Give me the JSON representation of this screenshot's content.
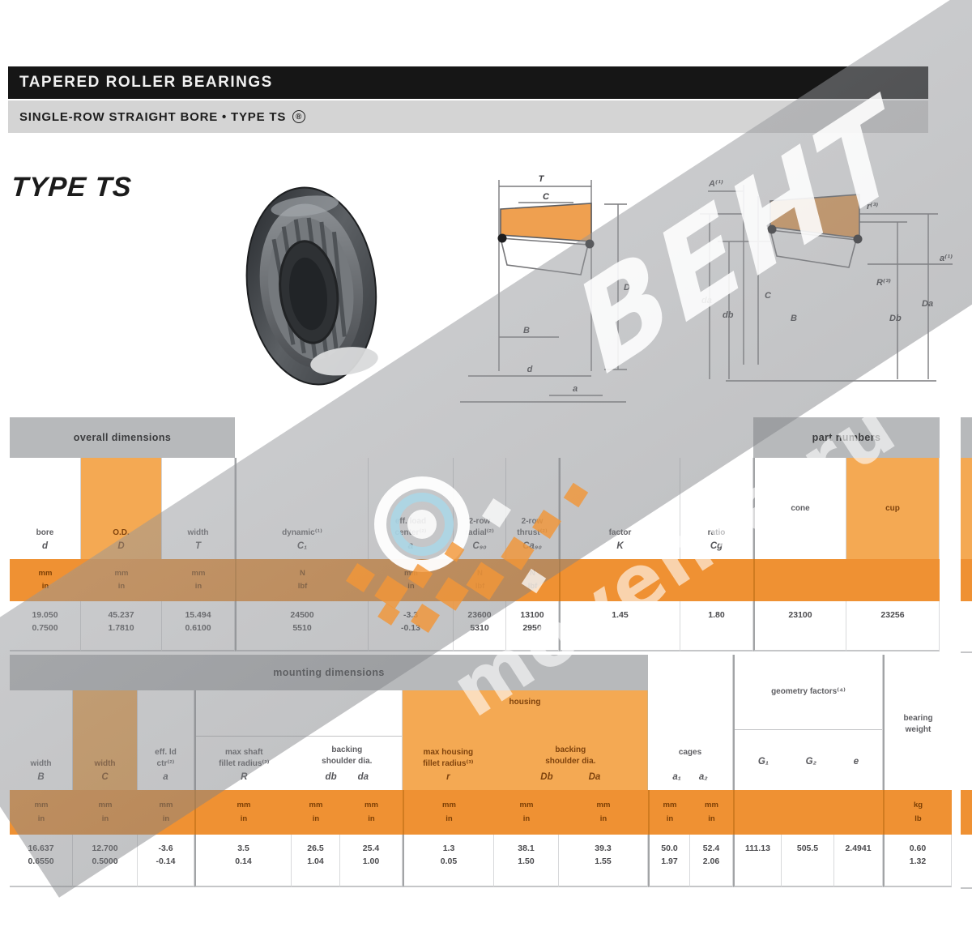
{
  "page": {
    "title_bar": "TAPERED ROLLER BEARINGS",
    "subtitle_bar": "SINGLE-ROW STRAIGHT BORE  •  TYPE TS",
    "subtitle_mark": "®",
    "type_heading": "TYPE TS"
  },
  "watermark": {
    "brand": "ВЕНТ",
    "site": "movente.ru"
  },
  "diag_left": {
    "T": "T",
    "C": "C",
    "D": "D",
    "B": "B",
    "d": "d",
    "a": "a"
  },
  "diag_right": {
    "A1": "A⁽¹⁾",
    "da": "da",
    "db": "db",
    "C": "C",
    "B": "B",
    "Db": "Db",
    "Da": "Da",
    "r": "r⁽³⁾",
    "R": "R⁽³⁾",
    "a1": "a⁽¹⁾"
  },
  "t1": {
    "g_dims": "overall dimensions",
    "g_parts": "part numbers",
    "cols": [
      {
        "lines": [
          "bore"
        ],
        "sym": "d"
      },
      {
        "lines": [
          "O.D."
        ],
        "sym": "D"
      },
      {
        "lines": [
          "width"
        ],
        "sym": "T"
      },
      {
        "lines": [
          "dynamic⁽¹⁾"
        ],
        "sym": "C₁"
      },
      {
        "lines": [
          "eff. load",
          "center⁽²⁾"
        ],
        "sym": "a"
      },
      {
        "lines": [
          "2-row",
          "radial⁽²⁾"
        ],
        "sym": "C₉₀"
      },
      {
        "lines": [
          "2-row",
          "thrust⁽²⁾"
        ],
        "sym": "Ca₉₀"
      },
      {
        "lines": [
          "factor"
        ],
        "sym": "K"
      },
      {
        "lines": [
          "ratio"
        ],
        "sym": "Cg"
      },
      {
        "lines": [
          "cone"
        ],
        "sym": ""
      },
      {
        "lines": [
          "cup"
        ],
        "sym": ""
      }
    ],
    "u_mm": [
      "mm",
      "in"
    ],
    "u_n": [
      "N",
      "lbf"
    ],
    "data": [
      [
        "19.050",
        "0.7500"
      ],
      [
        "45.237",
        "1.7810"
      ],
      [
        "15.494",
        "0.6100"
      ],
      [
        "24500",
        "5510"
      ],
      [
        "-3.3",
        "-0.13"
      ],
      [
        "23600",
        "5310"
      ],
      [
        "13100",
        "2950"
      ],
      "1.45",
      "1.80",
      "23100",
      "23256"
    ]
  },
  "t2": {
    "band": "mounting dimensions",
    "c_B": {
      "lines": [
        "width"
      ],
      "sym": "B"
    },
    "c_C": {
      "lines": [
        "width"
      ],
      "sym": "C"
    },
    "c_a": {
      "lines": [
        "eff. ld",
        "ctr⁽²⁾"
      ],
      "sym": "a"
    },
    "shaft": {
      "fillet": [
        "max shaft",
        "fillet radius⁽³⁾"
      ],
      "fillet_sym": "R",
      "backing": [
        "backing",
        "shoulder dia."
      ],
      "db": "db",
      "da": "da"
    },
    "housing": {
      "label": "housing",
      "fillet": [
        "max housing",
        "fillet radius⁽³⁾"
      ],
      "fillet_sym": "r",
      "backing": [
        "backing",
        "shoulder dia."
      ],
      "Db": "Db",
      "Da": "Da"
    },
    "cages": {
      "label": "cages",
      "s1": "a₁",
      "s2": "a₂"
    },
    "geom": {
      "label": "geometry factors⁽⁴⁾",
      "s1": "G₁",
      "s2": "G₂",
      "s3": "e"
    },
    "weight": {
      "lines": [
        "bearing",
        "weight"
      ]
    },
    "units": {
      "mm_in": [
        "mm",
        "in"
      ],
      "kg_lb": [
        "kg",
        "lb"
      ]
    },
    "data": [
      [
        "16.637",
        "0.6550"
      ],
      [
        "12.700",
        "0.5000"
      ],
      [
        "-3.6",
        "-0.14"
      ],
      [
        "3.5",
        "0.14"
      ],
      [
        "26.5",
        "1.04"
      ],
      [
        "25.4",
        "1.00"
      ],
      [
        "1.3",
        "0.05"
      ],
      [
        "38.1",
        "1.50"
      ],
      [
        "39.3",
        "1.55"
      ],
      [
        "50.0",
        "1.97"
      ],
      [
        "52.4",
        "2.06"
      ],
      "111.13",
      "505.5",
      "2.4941",
      [
        "0.60",
        "1.32"
      ]
    ]
  }
}
